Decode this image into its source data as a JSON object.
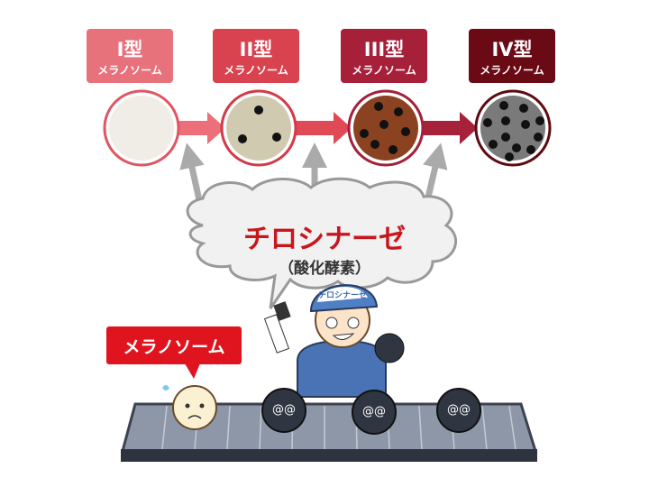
{
  "stages": [
    {
      "type_label": "I型",
      "sub_label": "メラノソーム",
      "box_color": "#e8727c",
      "fill_color": "#efede6",
      "ring_color": "#e05563",
      "dots": 0
    },
    {
      "type_label": "II型",
      "sub_label": "メラノソーム",
      "box_color": "#d9434f",
      "fill_color": "#cfcab0",
      "ring_color": "#d33a48",
      "dots": 3
    },
    {
      "type_label": "III型",
      "sub_label": "メラノソーム",
      "box_color": "#a6203a",
      "fill_color": "#8a4221",
      "ring_color": "#a3203a",
      "dots": 7
    },
    {
      "type_label": "IV型",
      "sub_label": "メラノソーム",
      "box_color": "#6a0a14",
      "fill_color": "#7a7a7a",
      "ring_color": "#5e0a12",
      "dots": 12
    }
  ],
  "cloud": {
    "title": "チロシナーゼ",
    "subtitle": "（酸化酵素）",
    "title_color": "#c8161d"
  },
  "cap_text": "チロシナーゼ",
  "melanosome_tag": {
    "label": "メラノソーム",
    "color": "#e0141e"
  }
}
